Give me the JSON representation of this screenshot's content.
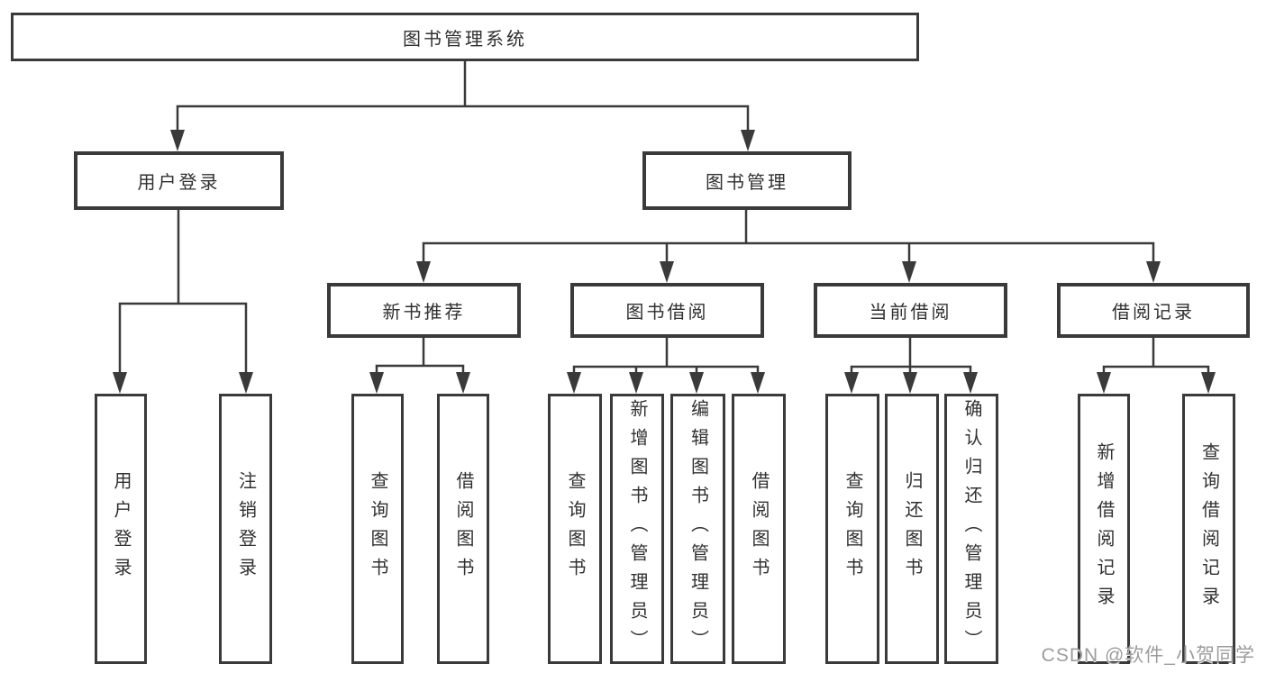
{
  "diagram_title": "图书管理系统",
  "tree": {
    "label": "图书管理系统",
    "children": [
      {
        "label": "用户登录",
        "children": [
          {
            "label": "用户登录"
          },
          {
            "label": "注销登录"
          }
        ]
      },
      {
        "label": "图书管理",
        "children": [
          {
            "label": "新书推荐",
            "children": [
              {
                "label": "查询图书"
              },
              {
                "label": "借阅图书"
              }
            ]
          },
          {
            "label": "图书借阅",
            "children": [
              {
                "label": "查询图书"
              },
              {
                "label": "新增图书（管理员）"
              },
              {
                "label": "编辑图书（管理员）"
              },
              {
                "label": "借阅图书"
              }
            ]
          },
          {
            "label": "当前借阅",
            "children": [
              {
                "label": "查询图书"
              },
              {
                "label": "归还图书"
              },
              {
                "label": "确认归还（管理员）"
              }
            ]
          },
          {
            "label": "借阅记录",
            "children": [
              {
                "label": "新增借阅记录"
              },
              {
                "label": "查询借阅记录"
              }
            ]
          }
        ]
      }
    ]
  },
  "watermark": {
    "text": "CSDN @软件_小贺同学"
  },
  "colors": {
    "line": "#3a3a3a",
    "text": "#303030",
    "watermark": "#9c9c9c",
    "background": "#ffffff"
  }
}
